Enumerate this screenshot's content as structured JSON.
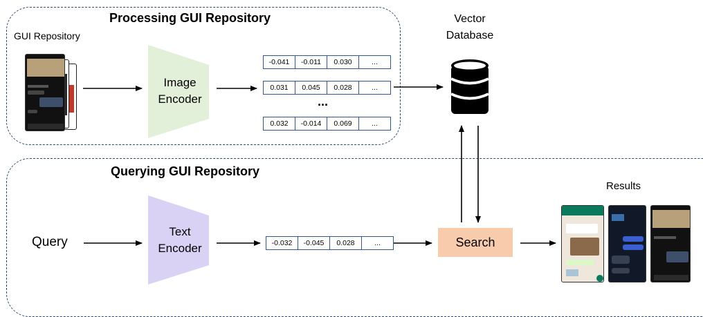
{
  "processing": {
    "title": "Processing GUI Repository",
    "repo_label": "GUI Repository",
    "encoder_label_line1": "Image",
    "encoder_label_line2": "Encoder",
    "vectors": [
      [
        "-0.041",
        "-0.011",
        "0.030",
        "..."
      ],
      [
        "0.031",
        "0.045",
        "0.028",
        "..."
      ],
      [
        "0.032",
        "-0.014",
        "0.069",
        "..."
      ]
    ],
    "ellipsis": "..."
  },
  "database": {
    "label_line1": "Vector",
    "label_line2": "Database",
    "icon": "database-icon"
  },
  "querying": {
    "title": "Querying GUI Repository",
    "query_label": "Query",
    "encoder_label_line1": "Text",
    "encoder_label_line2": "Encoder",
    "vector": [
      "-0.032",
      "-0.045",
      "0.028",
      "..."
    ],
    "search_label": "Search",
    "results_label": "Results"
  },
  "colors": {
    "panel_border": "#2f4a6d",
    "image_encoder": "#e2f0d9",
    "text_encoder": "#d9d2f5",
    "vector_border": "#2f5597",
    "search_fill": "#f8cbad"
  }
}
